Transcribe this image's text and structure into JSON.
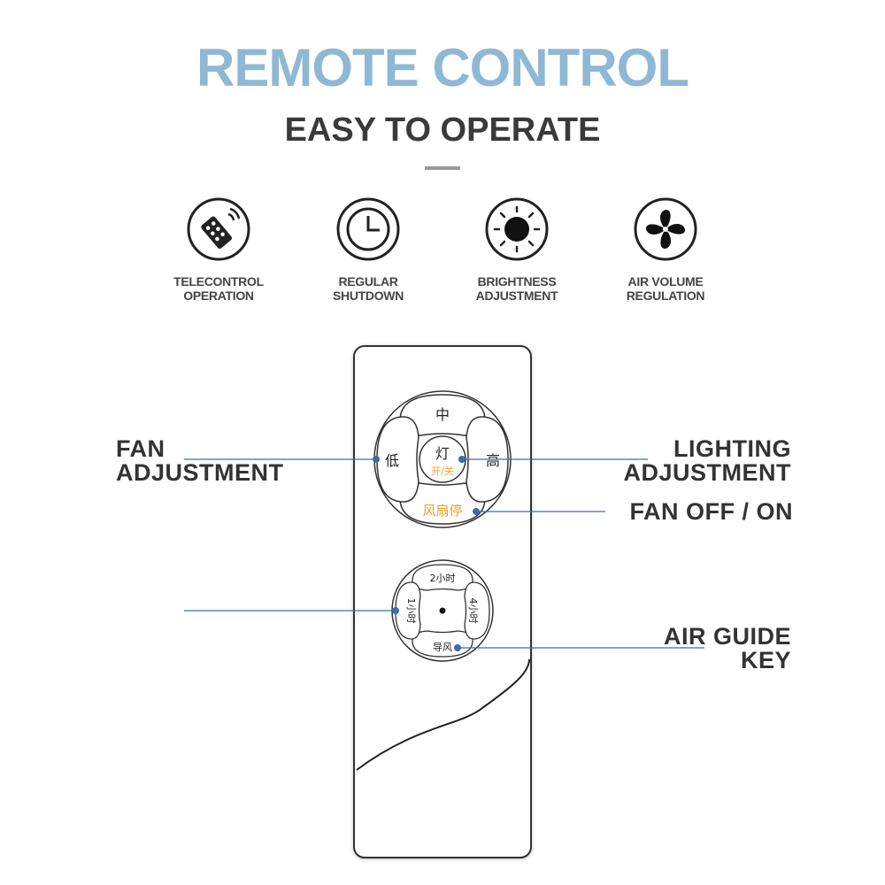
{
  "header": {
    "title": "REMOTE CONTROL",
    "subtitle": "EASY TO OPERATE"
  },
  "features": [
    {
      "icon": "remote-icon",
      "line1": "TELECONTROL",
      "line2": "OPERATION"
    },
    {
      "icon": "clock-icon",
      "line1": "REGULAR",
      "line2": "SHUTDOWN"
    },
    {
      "icon": "sun-icon",
      "line1": "BRIGHTNESS",
      "line2": "ADJUSTMENT"
    },
    {
      "icon": "fan-icon",
      "line1": "AIR VOLUME",
      "line2": "REGULATION"
    }
  ],
  "callouts": {
    "fan_adjustment": {
      "line1": "FAN",
      "line2": "ADJUSTMENT"
    },
    "lighting_adjustment": {
      "line1": "LIGHTING",
      "line2": "ADJUSTMENT"
    },
    "fan_off_on": "FAN OFF / ON",
    "air_guide_key": {
      "line1": "AIR GUIDE",
      "line2": "KEY"
    }
  },
  "remote": {
    "btn_medium": "中",
    "btn_low": "低",
    "btn_high": "高",
    "btn_light": "灯",
    "btn_light_sub": "开/关",
    "btn_fan_stop": "风扇停",
    "btn_2h": "2小时",
    "btn_1h": "1小时",
    "btn_4h": "4小时",
    "btn_air_guide": "导风"
  },
  "colors": {
    "title": "#8fb8d4",
    "accent_orange": "#f0a020",
    "line_blue": "#3a6ea5"
  }
}
